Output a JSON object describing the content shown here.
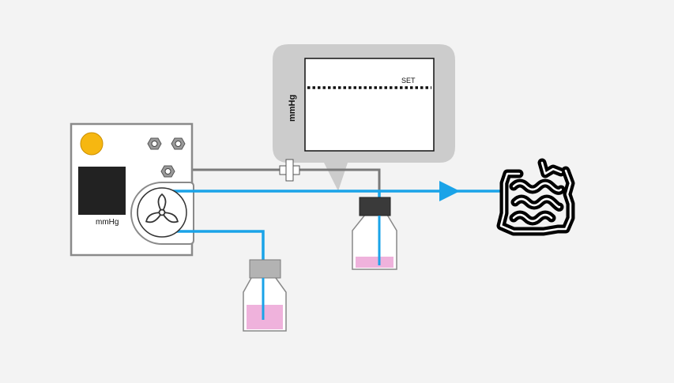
{
  "diagram": {
    "pump": {
      "display_unit": "mmHg"
    },
    "monitor": {
      "y_axis_label": "mmHg",
      "setpoint_label": "SET"
    },
    "colors": {
      "background": "#f3f3f3",
      "tubing": "#1aa3e8",
      "gas_line": "#7a7a7a",
      "fluid": "#efb2dc",
      "pump_indicator": "#f6b711",
      "display": "#222222",
      "organ": "#000000"
    },
    "icons": [
      "status-light-icon",
      "gas-fitting-icon",
      "rotor-icon",
      "flow-arrow-icon",
      "intestine-icon",
      "tee-connector-icon"
    ]
  }
}
